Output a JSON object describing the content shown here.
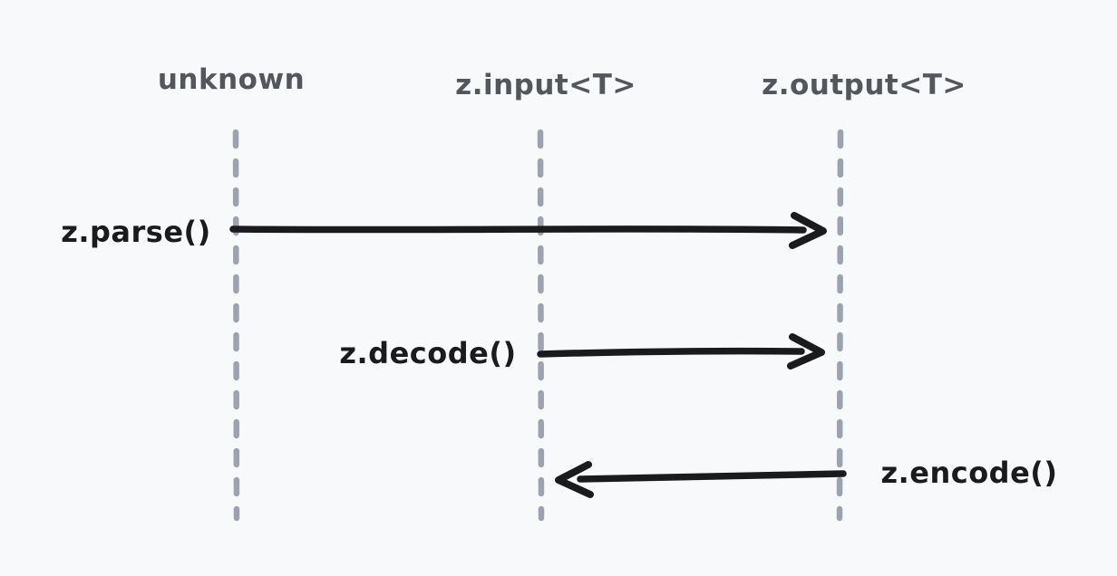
{
  "canvas": {
    "background": "#f8f9fa"
  },
  "colors": {
    "lifeline": "#9ca3af",
    "arrow": "#1b1b1e",
    "actor_label": "#53575c",
    "message_label": "#1b1b1e"
  },
  "diagram": {
    "type": "sequence",
    "style": "hand-drawn",
    "actors": [
      {
        "label": "unknown"
      },
      {
        "label": "z.input<T>"
      },
      {
        "label": "z.output<T>"
      }
    ],
    "messages": [
      {
        "label": "z.parse()",
        "from": "unknown",
        "to": "z.output<T>",
        "direction": "right"
      },
      {
        "label": "z.decode()",
        "from": "z.input<T>",
        "to": "z.output<T>",
        "direction": "right"
      },
      {
        "label": "z.encode()",
        "from": "z.output<T>",
        "to": "z.input<T>",
        "direction": "left"
      }
    ]
  }
}
